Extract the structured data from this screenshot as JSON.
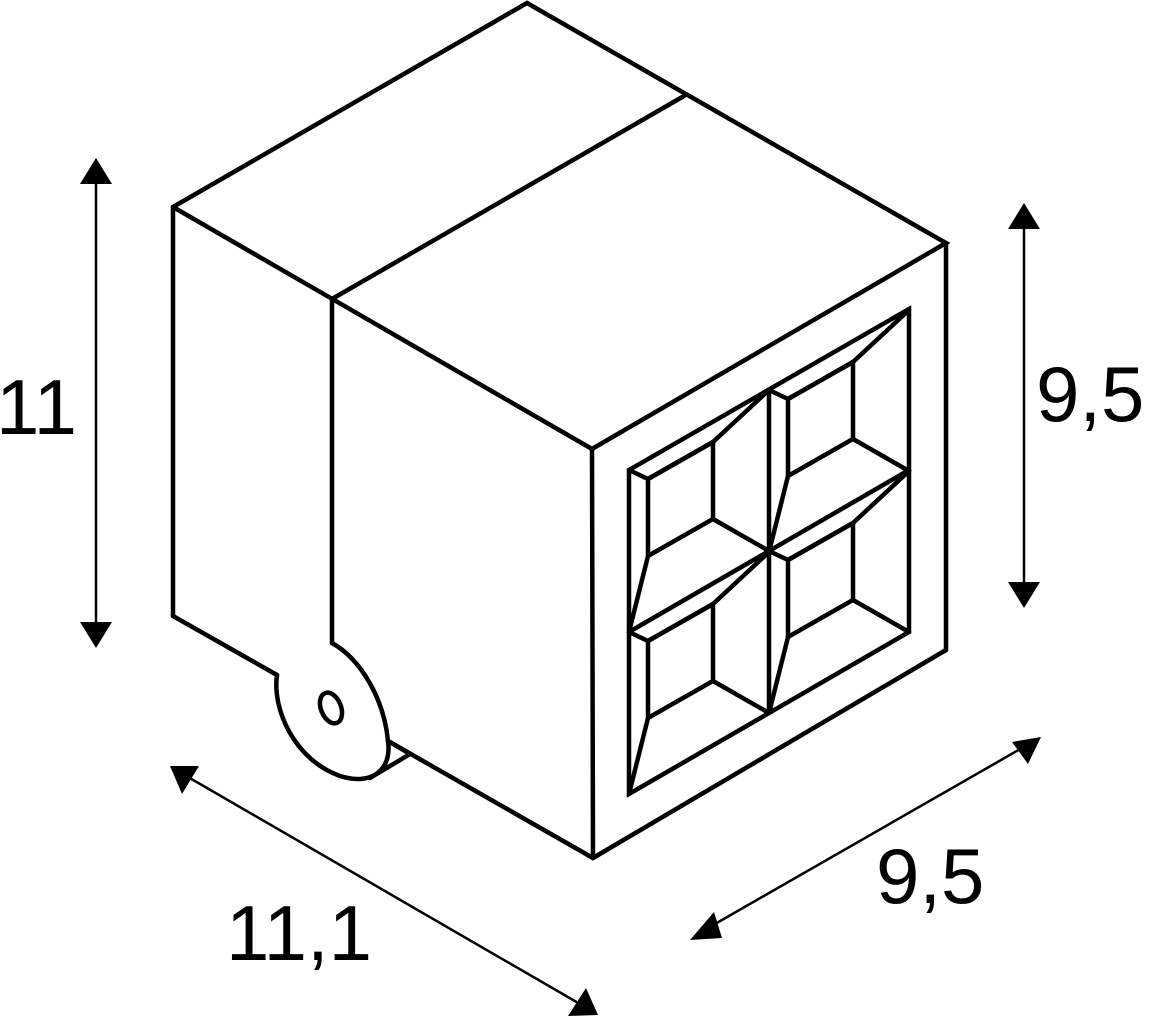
{
  "drawing": {
    "subject": "cube-shaped wall luminaire with quad-cell lens and mounting bracket",
    "line_color": "#000000",
    "background_color": "#ffffff"
  },
  "dimensions": {
    "height_left": {
      "label": "11",
      "value": 11
    },
    "height_right": {
      "label": "9,5",
      "value": 9.5
    },
    "width_front": {
      "label": "9,5",
      "value": 9.5
    },
    "depth_side": {
      "label": "11,1",
      "value": 11.1
    }
  }
}
